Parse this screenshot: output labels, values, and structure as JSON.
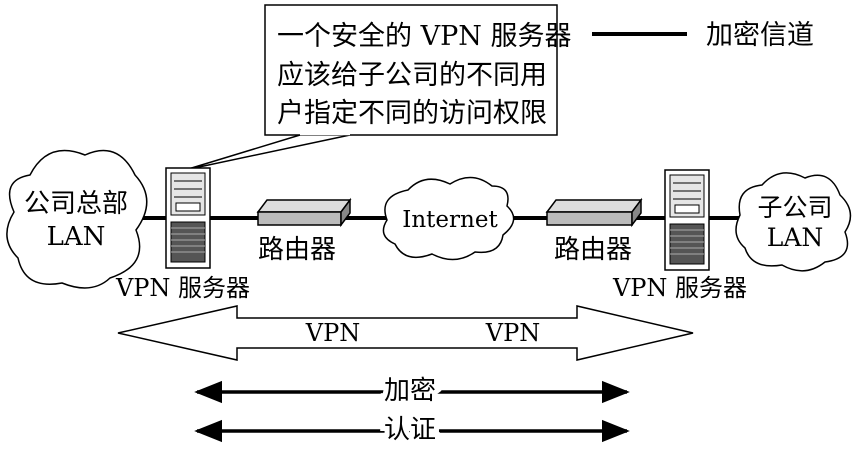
{
  "callout": {
    "lines": [
      "一个安全的 VPN 服务器",
      "应该给子公司的不同用",
      "户指定不同的访问权限"
    ]
  },
  "legend": {
    "label": "加密信道"
  },
  "hq_lan": {
    "line1": "公司总部",
    "line2": "LAN"
  },
  "branch_lan": {
    "line1": "子公司",
    "line2": "LAN"
  },
  "internet": {
    "label": "Internet"
  },
  "left_router": {
    "label": "路由器"
  },
  "right_router": {
    "label": "路由器"
  },
  "left_server": {
    "label": "VPN 服务器"
  },
  "right_server": {
    "label": "VPN 服务器"
  },
  "tunnel": {
    "left_label": "VPN",
    "right_label": "VPN"
  },
  "encryption": {
    "label": "加密"
  },
  "authentication": {
    "label": "认证"
  }
}
